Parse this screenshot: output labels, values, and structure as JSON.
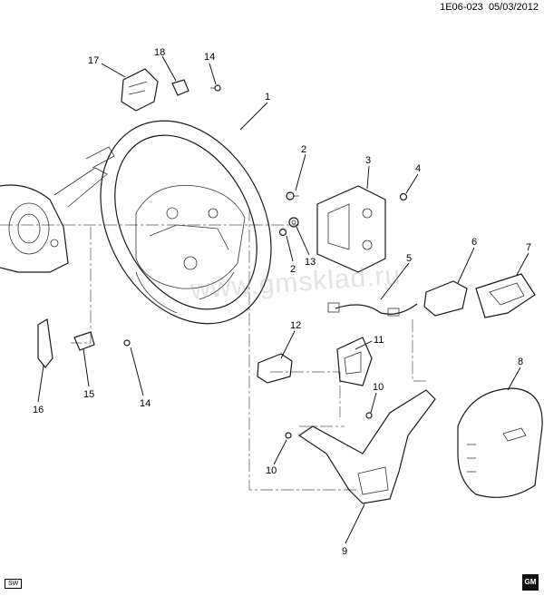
{
  "header": {
    "code": "1E06-023",
    "date": "05/03/2012"
  },
  "watermark": "www.gmsklad.ru",
  "footer": {
    "sw_label": "SW",
    "gm_logo": "GM"
  },
  "callouts": [
    {
      "id": "c1",
      "label": "1"
    },
    {
      "id": "c2a",
      "label": "2"
    },
    {
      "id": "c2b",
      "label": "2"
    },
    {
      "id": "c3",
      "label": "3"
    },
    {
      "id": "c4",
      "label": "4"
    },
    {
      "id": "c5",
      "label": "5"
    },
    {
      "id": "c6",
      "label": "6"
    },
    {
      "id": "c7",
      "label": "7"
    },
    {
      "id": "c8",
      "label": "8"
    },
    {
      "id": "c9",
      "label": "9"
    },
    {
      "id": "c10a",
      "label": "10"
    },
    {
      "id": "c10b",
      "label": "10"
    },
    {
      "id": "c11",
      "label": "11"
    },
    {
      "id": "c12",
      "label": "12"
    },
    {
      "id": "c13",
      "label": "13"
    },
    {
      "id": "c14a",
      "label": "14"
    },
    {
      "id": "c14b",
      "label": "14"
    },
    {
      "id": "c15",
      "label": "15"
    },
    {
      "id": "c16",
      "label": "16"
    },
    {
      "id": "c17",
      "label": "17"
    },
    {
      "id": "c18",
      "label": "18"
    }
  ]
}
